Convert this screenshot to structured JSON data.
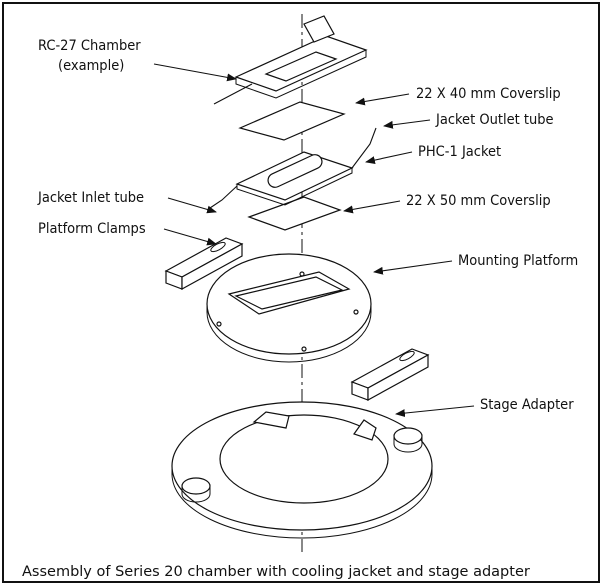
{
  "labels": {
    "chamber": "RC-27 Chamber",
    "chamber_sub": "(example)",
    "coverslip_top": "22 X 40 mm Coverslip",
    "outlet": "Jacket Outlet tube",
    "jacket": "PHC-1 Jacket",
    "inlet": "Jacket Inlet tube",
    "coverslip_bottom": "22 X 50 mm Coverslip",
    "clamps": "Platform Clamps",
    "platform": "Mounting Platform",
    "adapter": "Stage Adapter"
  },
  "caption": "Assembly of Series 20 chamber with cooling jacket and stage adapter"
}
